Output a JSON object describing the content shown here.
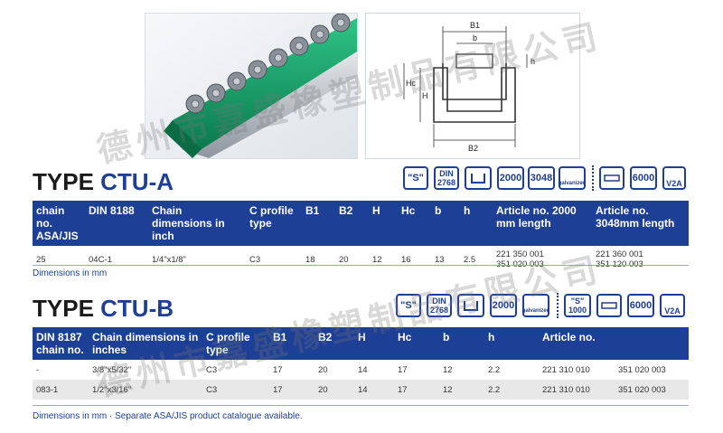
{
  "watermark": "德州市嘉盛橡塑制品有限公司",
  "drawing": {
    "labels": {
      "b1": "B1",
      "b": "b",
      "h": "h",
      "hc": "Hc",
      "H": "H",
      "b2": "B2"
    }
  },
  "sections": [
    {
      "title_prefix": "TYPE ",
      "title_accent": "CTU-A",
      "icons": [
        "\"S\"",
        "DIN 2768",
        "",
        "2000",
        "3048",
        "galvanized",
        "",
        "6000",
        "V2A"
      ],
      "headers": [
        "chain no. ASA/JIS",
        "DIN 8188",
        "Chain dimensions in inch",
        "C profile type",
        "B1",
        "B2",
        "H",
        "Hc",
        "b",
        "h",
        "Article no. 2000 mm length",
        "Article no. 3048mm length"
      ],
      "rows": [
        [
          "25",
          "04C-1",
          "1/4\"x1/8\"",
          "C3",
          "18",
          "20",
          "12",
          "16",
          "13",
          "2.5",
          "221 350 001\n351 020 003",
          "221 360 001\n351 120 003"
        ]
      ],
      "note": "Dimensions in mm"
    },
    {
      "title_prefix": "TYPE ",
      "title_accent": "CTU-B",
      "icons": [
        "\"S\"",
        "DIN 2768",
        "",
        "2000",
        "galvanized",
        "\"S\" 1000",
        "",
        "6000",
        "V2A"
      ],
      "headers": [
        "DIN 8187 chain no.",
        "Chain dimensions in inches",
        "C profile type",
        "B1",
        "B2",
        "H",
        "Hc",
        "b",
        "h",
        "Article no."
      ],
      "rows": [
        [
          "-",
          "3/8\"x5/32\"",
          "C3",
          "17",
          "20",
          "14",
          "17",
          "12",
          "2.2",
          "221 310 010",
          "351 020 003"
        ],
        [
          "083-1",
          "1/2\"x3/16\"",
          "C3",
          "17",
          "20",
          "14",
          "17",
          "12",
          "2.2",
          "221 310 010",
          "351 020 003"
        ]
      ],
      "note": "Dimensions in mm · Separate ASA/JIS product catalogue available."
    }
  ],
  "colors": {
    "accent": "#1e3f96",
    "guide_green": "#12a06a",
    "rail_steel": "#a9b0b7"
  }
}
